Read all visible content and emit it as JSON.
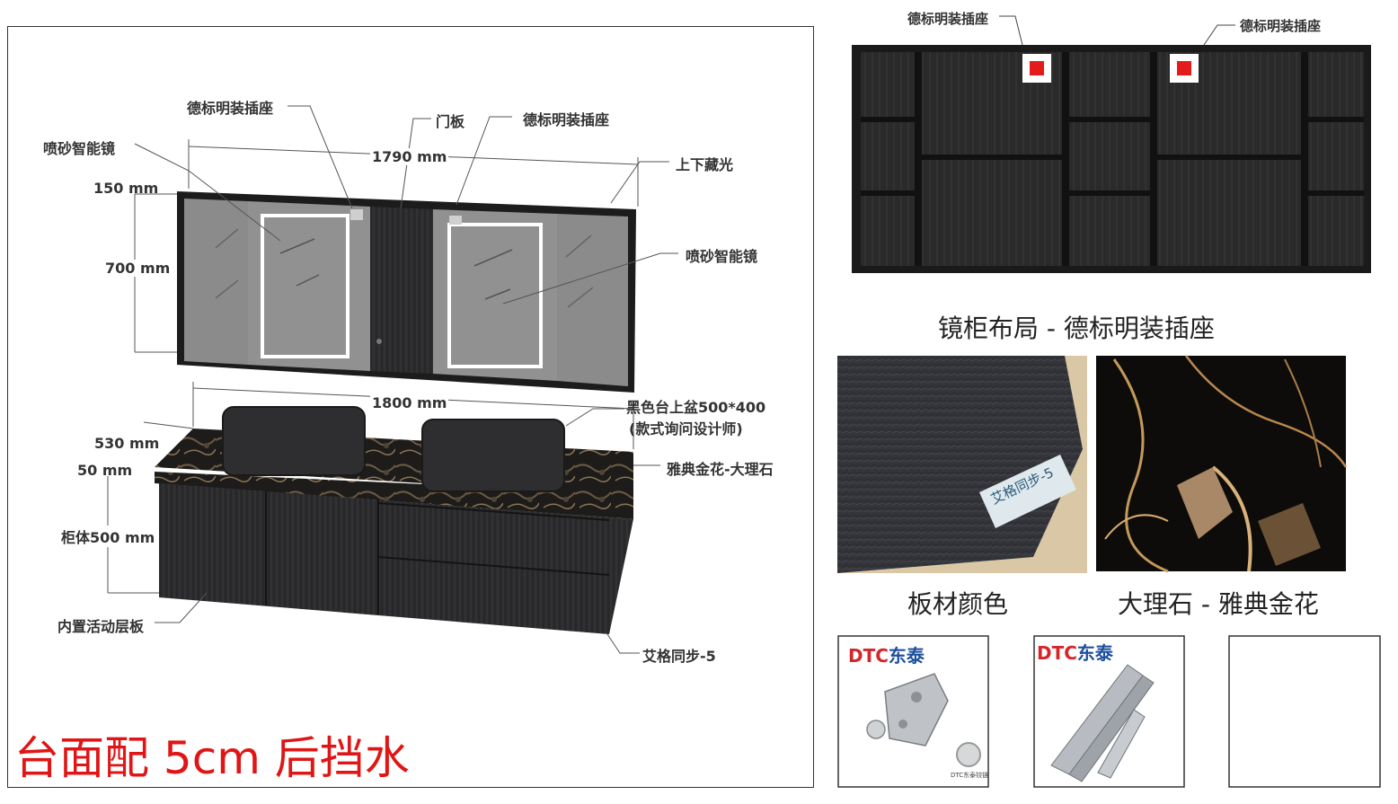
{
  "left_diagram": {
    "labels": {
      "socket_left": "德标明装插座",
      "door_panel": "门板",
      "socket_right": "德标明装插座",
      "mirror_left": "喷砂智能镜",
      "width_mirror": "1790 mm",
      "light": "上下藏光",
      "depth_mirror": "150 mm",
      "height_mirror": "700 mm",
      "mirror_right": "喷砂智能镜",
      "width_vanity": "1800 mm",
      "basin_line1": "黑色台上盆500*400",
      "basin_line2": "(款式询问设计师)",
      "depth_vanity": "530 mm",
      "countertop_thickness": "50 mm",
      "marble": "雅典金花-大理石",
      "cabinet_height": "柜体500 mm",
      "shelf": "内置活动层板",
      "finish": "艾格同步-5"
    },
    "note": "台面配 5cm 后挡水"
  },
  "right_panel": {
    "socket_top_left": "德标明装插座",
    "socket_top_right": "德标明装插座",
    "layout_caption": "镜柜布局 - 德标明装插座",
    "board_color_caption": "板材颜色",
    "board_tag": "艾格同步-5",
    "marble_caption": "大理石 - 雅典金花",
    "brand_latin": "DTC",
    "brand_cn": "东泰",
    "brand_color": "#d4262b",
    "hinge_tag": "DTC东泰铰链"
  }
}
